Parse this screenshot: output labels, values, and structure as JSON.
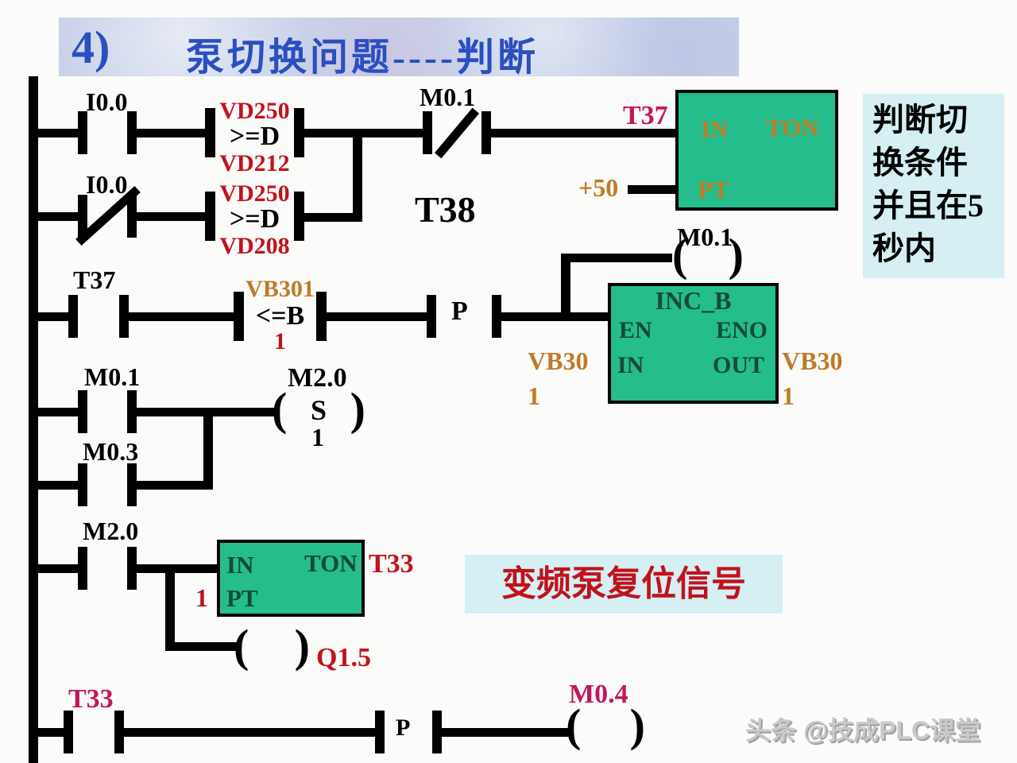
{
  "title": {
    "number": "4)",
    "text": "泵切换问题----判断"
  },
  "watermark": "头条 @技成PLC课堂",
  "colors": {
    "title_blue": "#2b4ec0",
    "label_red": "#c1121c",
    "label_magenta": "#c2175b",
    "label_orange": "#c07a28",
    "box_green": "#24bd8b",
    "note_cyan": "#d5eff3",
    "timer1_text_orange": "#bf7d28",
    "box_text_dark_green": "#164a38"
  },
  "symbols": {
    "coil_open": "(",
    "coil_close": ")"
  },
  "notes": {
    "judge_lines": [
      "判断切",
      "换条件",
      "并且在5",
      "秒内"
    ],
    "reset": "变频泵复位信号"
  },
  "rung1": {
    "contact": "I0.0",
    "cmp_top": "VD250",
    "cmp_op": ">=D",
    "cmp_bot": "VD212",
    "nc_contact": "M0.1"
  },
  "rung2": {
    "contact": "I0.0",
    "cmp_top": "VD250",
    "cmp_op": ">=D",
    "cmp_bot": "VD208",
    "timer_name": "T38"
  },
  "timer1": {
    "name": "T37",
    "in": "IN",
    "type": "TON",
    "pt": "PT",
    "pt_value": "+50"
  },
  "coil_m01": {
    "addr": "M0.1"
  },
  "rung3": {
    "contact": "T37",
    "cmp_top": "VB301",
    "cmp_op": "<=B",
    "cmp_bot": "1",
    "pulse": "P"
  },
  "incb": {
    "title": "INC_B",
    "en": "EN",
    "eno": "ENO",
    "in": "IN",
    "out": "OUT",
    "in_val": [
      "VB30",
      "1"
    ],
    "out_val": [
      "VB30",
      "1"
    ]
  },
  "rung4": {
    "contact": "M0.1",
    "coil_addr": "M2.0",
    "coil_op": "S",
    "coil_n": "1"
  },
  "rung5": {
    "contact": "M0.3"
  },
  "rung6": {
    "contact": "M2.0",
    "pt_value": "1",
    "coil": "Q1.5"
  },
  "timer2": {
    "name": "T33",
    "in": "IN",
    "type": "TON",
    "pt": "PT"
  },
  "rung7": {
    "contact": "T33",
    "pulse": "P",
    "coil": "M0.4"
  }
}
